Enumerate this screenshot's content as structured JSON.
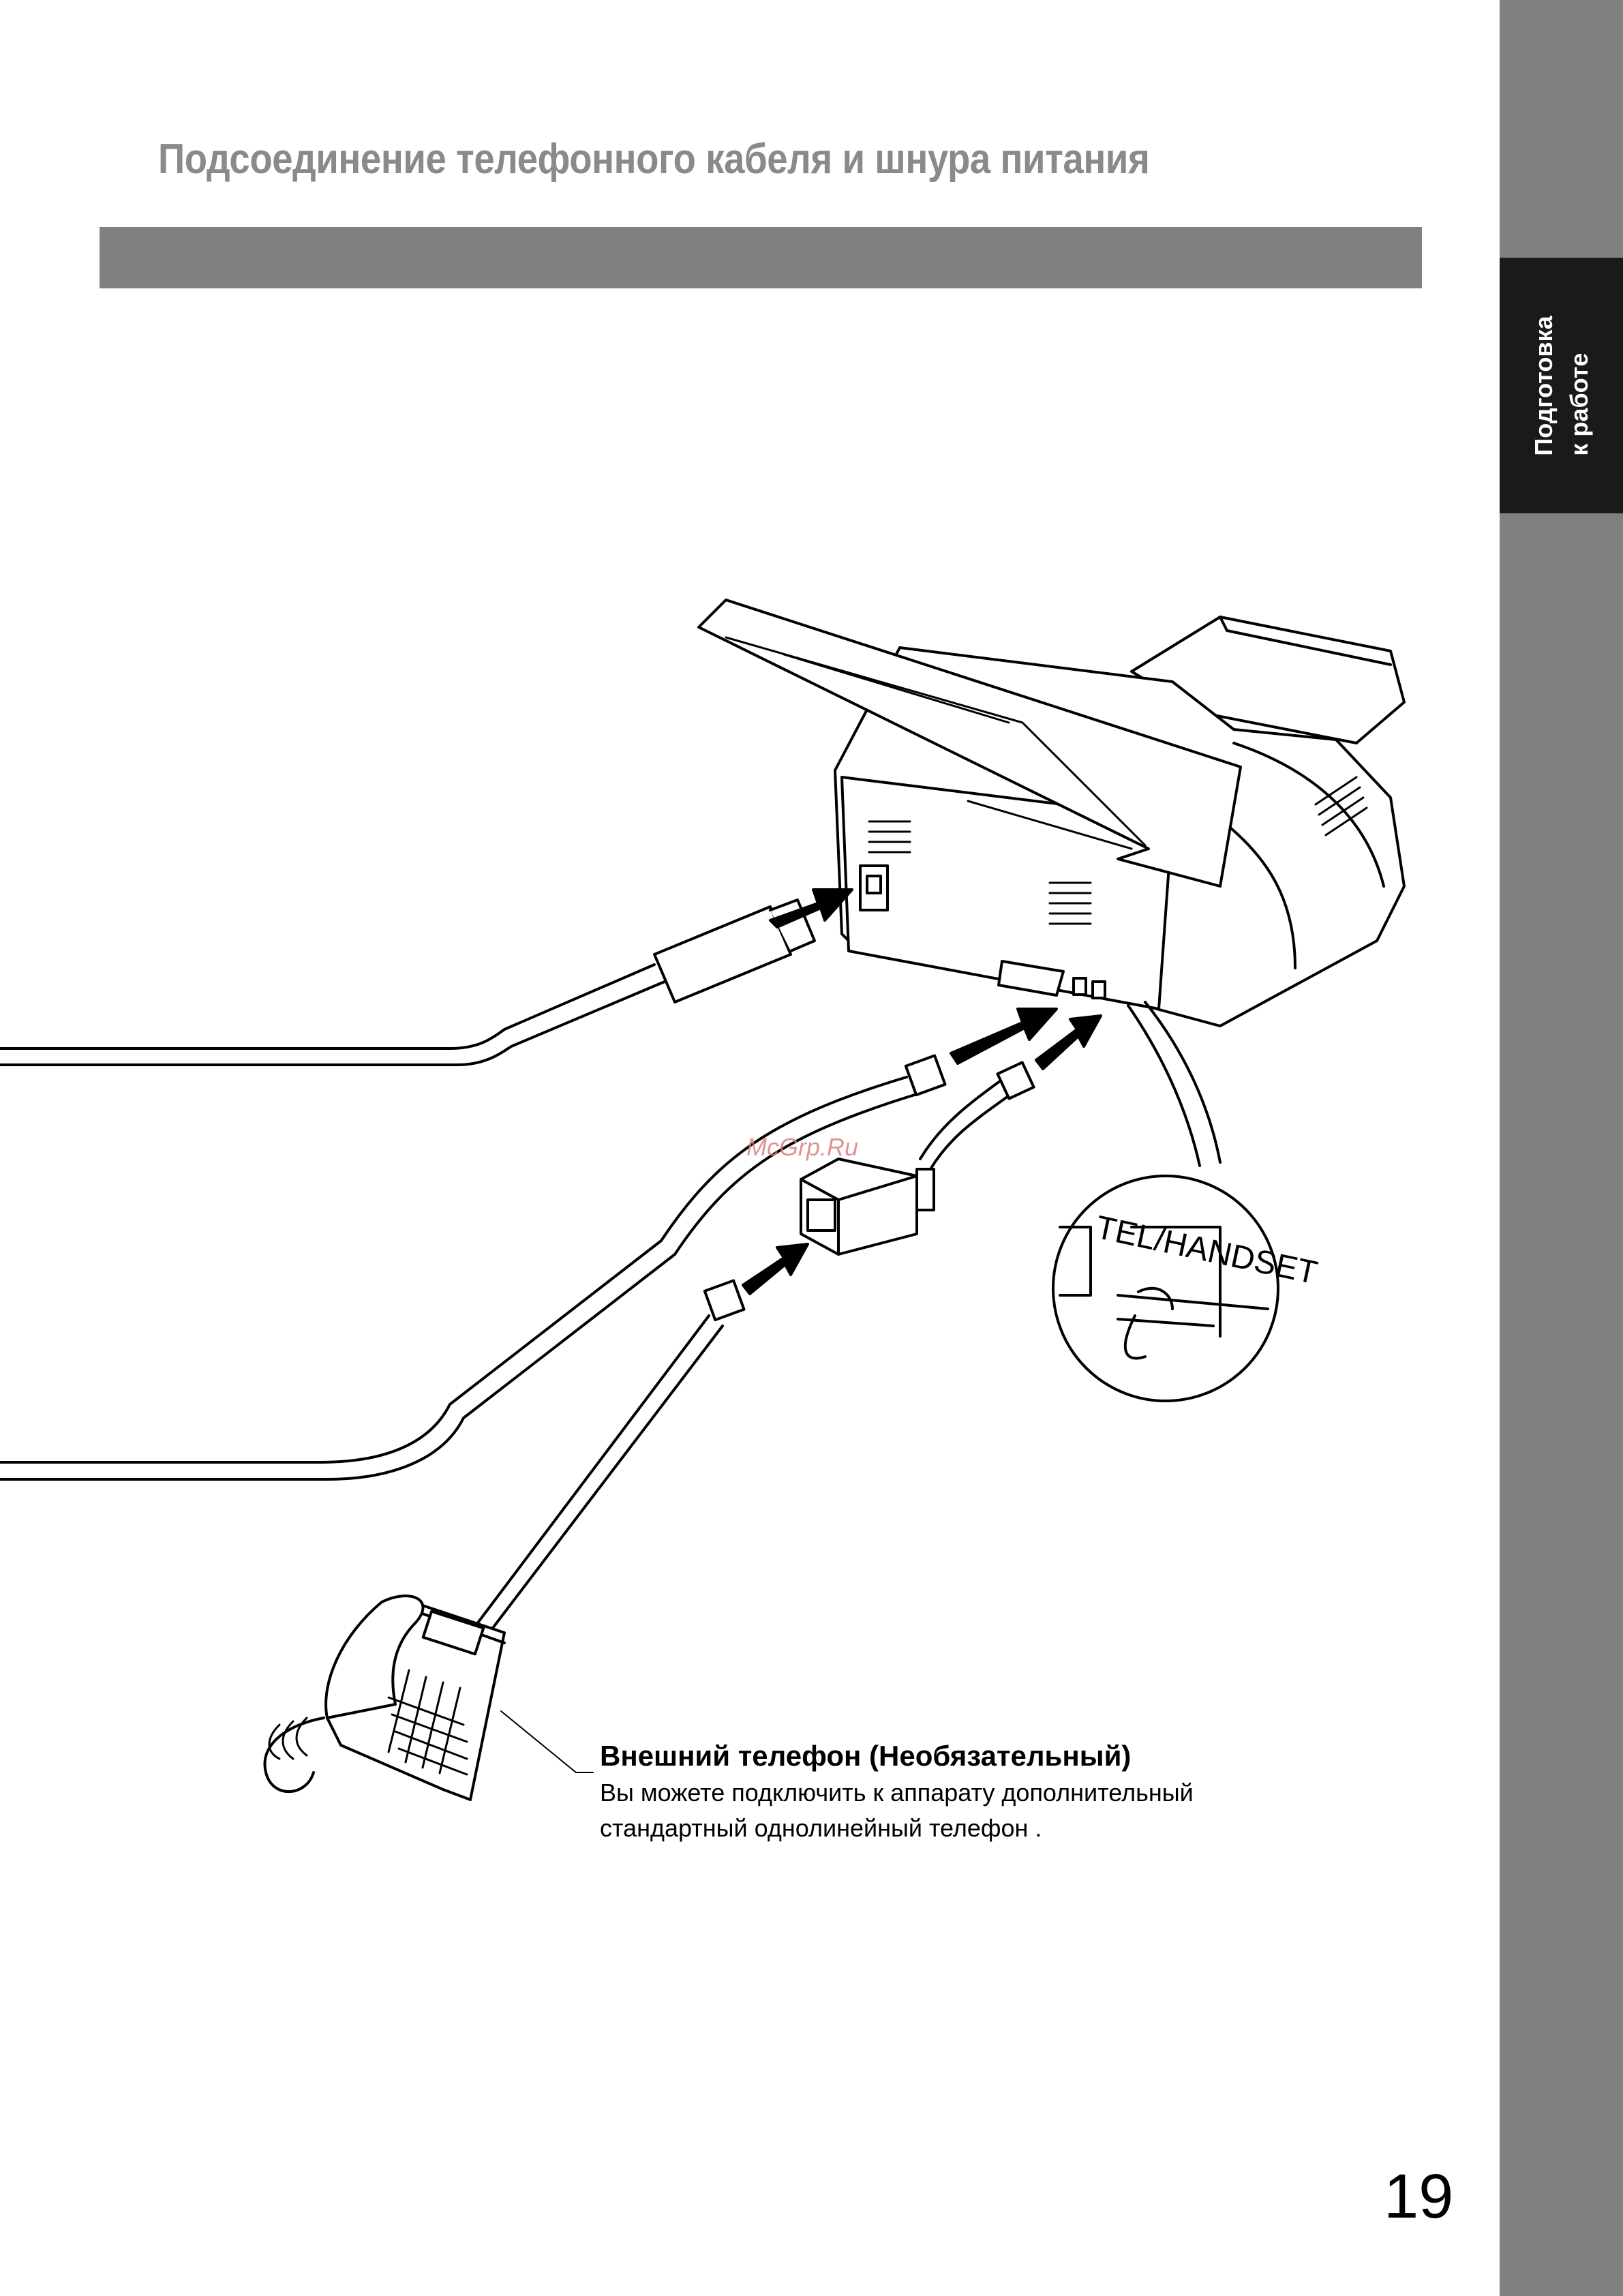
{
  "page": {
    "title": "Подсоединение телефонного кабеля и шнура питания",
    "side_tab": {
      "line1": "Подготовка",
      "line2": "к работе"
    },
    "watermark": "McGrp.Ru",
    "figure_label": "TEL/HANDSET",
    "caption": {
      "heading": "Внешний телефон (Необязательный)",
      "lines": [
        "Вы можете подключить к аппарату дополнительный",
        "стандартный однолинейный телефон ."
      ]
    },
    "page_number": "19"
  }
}
